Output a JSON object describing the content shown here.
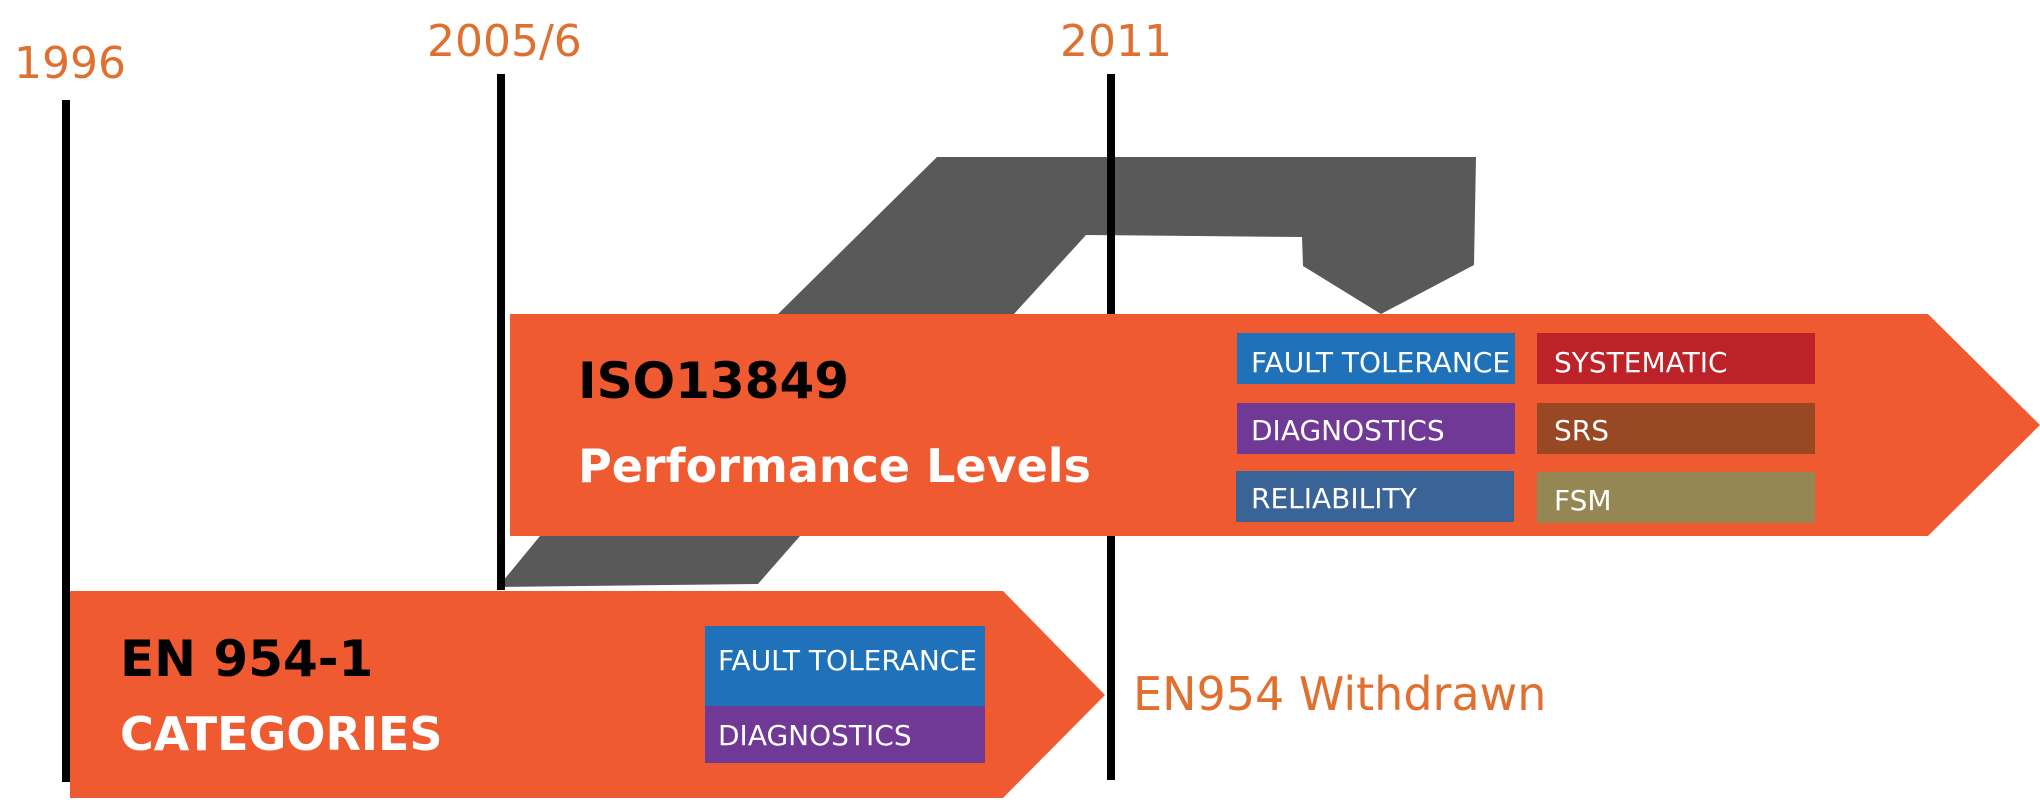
{
  "colors": {
    "accent_orange": "#F05A30",
    "year_orange": "#E0702F",
    "timeline_black": "#000000",
    "connector_gray": "#595959",
    "fault_tolerance": "#1F72BA",
    "diagnostics": "#6F3995",
    "reliability": "#3A6397",
    "systematic": "#BE2229",
    "srs": "#984822",
    "fsm": "#948754"
  },
  "timeline": {
    "years": [
      {
        "label": "1996"
      },
      {
        "label": "2005/6"
      },
      {
        "label": "2011"
      }
    ],
    "withdrawn_note": "EN954 Withdrawn"
  },
  "iso13849": {
    "title": "ISO13849",
    "subtitle": "Performance Levels",
    "tags": [
      {
        "label": "FAULT TOLERANCE",
        "color_key": "fault_tolerance"
      },
      {
        "label": "SYSTEMATIC",
        "color_key": "systematic"
      },
      {
        "label": "DIAGNOSTICS",
        "color_key": "diagnostics"
      },
      {
        "label": "SRS",
        "color_key": "srs"
      },
      {
        "label": "RELIABILITY",
        "color_key": "reliability"
      },
      {
        "label": "FSM",
        "color_key": "fsm"
      }
    ]
  },
  "en954": {
    "title": "EN 954-1",
    "subtitle": "CATEGORIES",
    "tags": [
      {
        "label": "FAULT TOLERANCE",
        "color_key": "fault_tolerance"
      },
      {
        "label": "DIAGNOSTICS",
        "color_key": "diagnostics"
      }
    ]
  }
}
